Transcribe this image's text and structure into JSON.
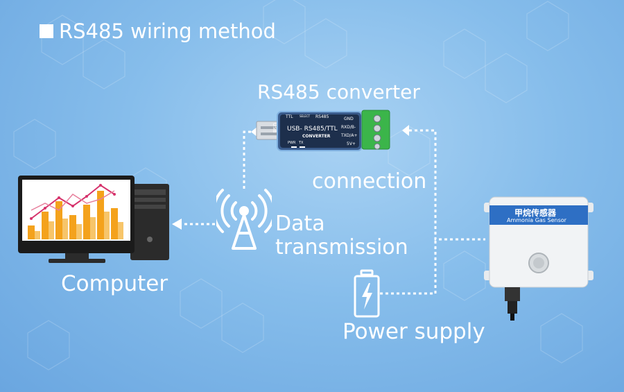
{
  "title": "RS485 wiring method",
  "labels": {
    "converter": "RS485 converter",
    "connection": "connection",
    "data_line1": "Data",
    "data_line2": "transmission",
    "computer": "Computer",
    "power": "Power supply"
  },
  "converter_device": {
    "model": "USB- RS485/TTL",
    "sub": "CONVERTER",
    "usb": "USB",
    "ttl": "TTL",
    "rs485": "RS485",
    "select": "SELECT",
    "pwr": "PWR",
    "tx": "TX",
    "pins": [
      "GND",
      "RXD/B-",
      "TXD/A+",
      "5V+"
    ]
  },
  "sensor": {
    "cn_title": "甲烷传感器",
    "en_title": "Ammonia Gas Sensor"
  },
  "colors": {
    "bg": "#86bdeb",
    "text": "#ffffff",
    "terminal": "#3bb54a",
    "sensor_band": "#2e6fc4"
  }
}
